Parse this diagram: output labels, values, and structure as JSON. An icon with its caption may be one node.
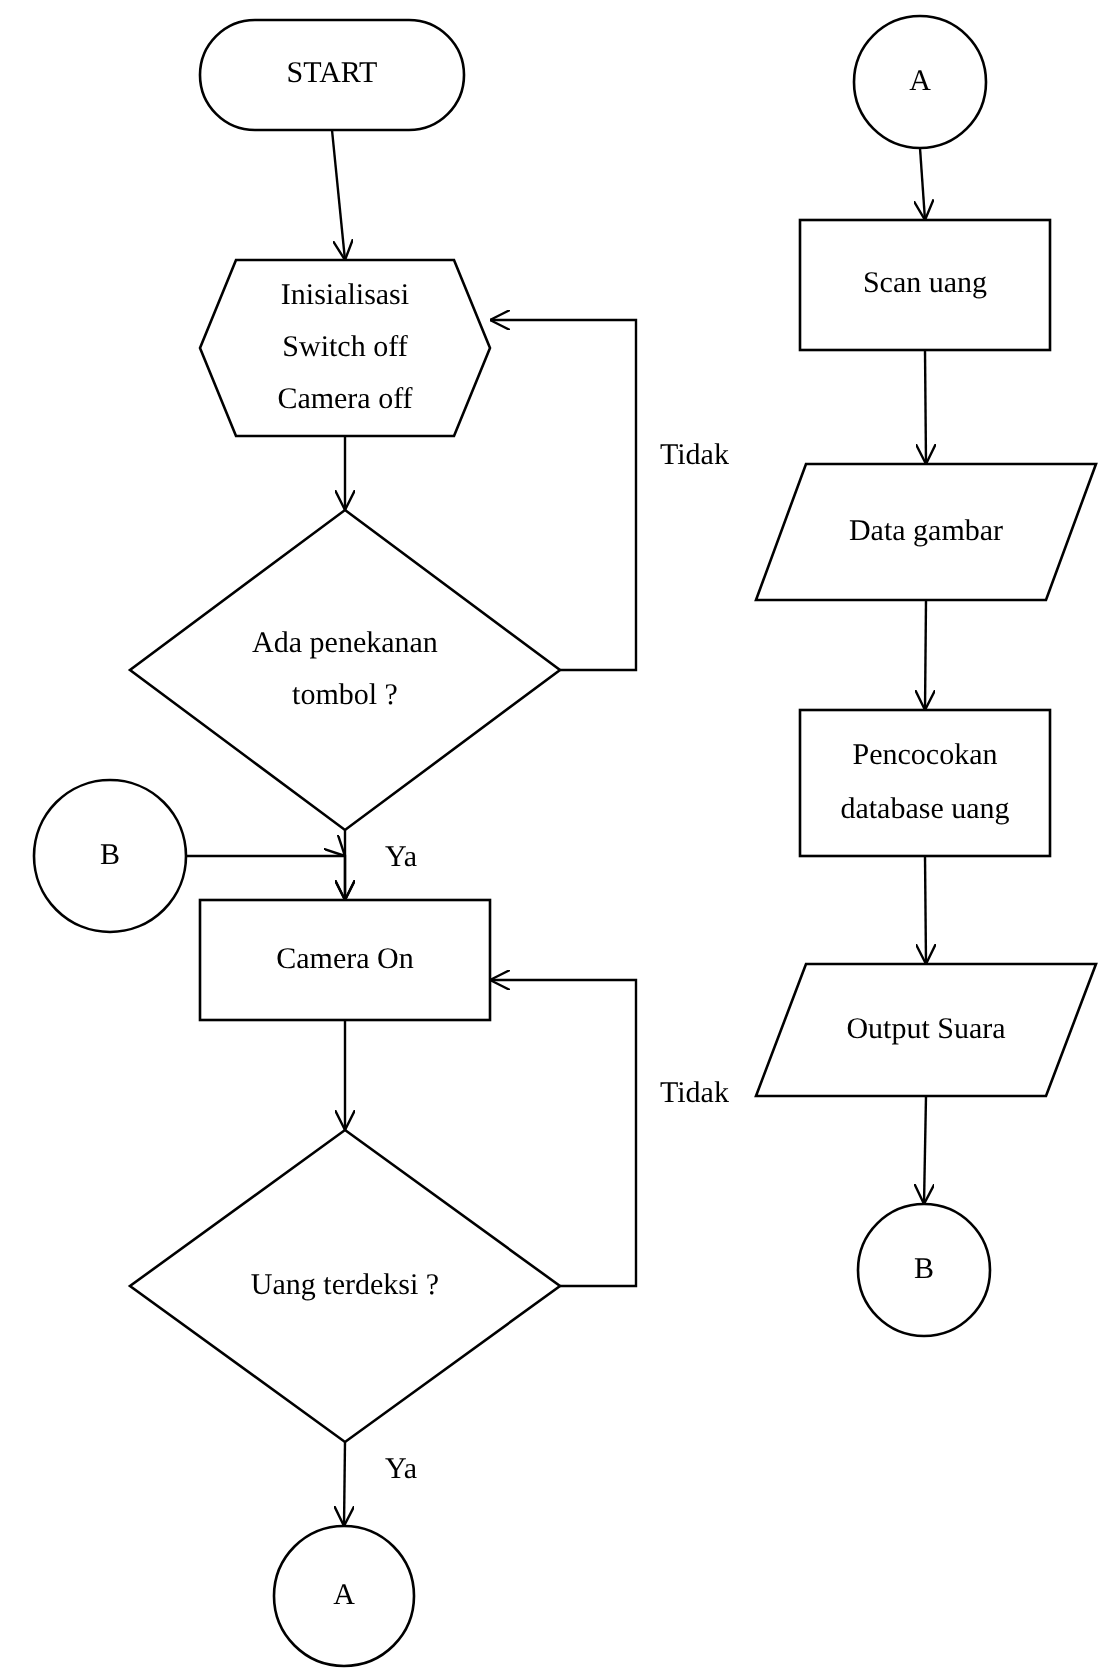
{
  "diagram": {
    "nodes": [
      {
        "text": [
          "START"
        ]
      },
      {
        "text": [
          "Inisialisasi Switch off Camera off"
        ]
      },
      {
        "text": [
          "Ada penekanan tombol ?"
        ]
      },
      {
        "text": [
          "B"
        ]
      },
      {
        "text": [
          "Camera On"
        ]
      },
      {
        "text": [
          "Uang terdeksi ?"
        ]
      },
      {
        "text": [
          "A"
        ]
      },
      {
        "text": [
          "A"
        ]
      },
      {
        "text": [
          "Scan uang"
        ]
      },
      {
        "text": [
          "Data gambar"
        ]
      },
      {
        "text": [
          "Pencocokan database uang"
        ]
      },
      {
        "text": [
          "Output Suara"
        ]
      },
      {
        "text": [
          "B"
        ]
      }
    ],
    "edges": [
      {
        "from": 0,
        "to": 1,
        "arrow": "to"
      },
      {
        "from": 1,
        "to": 2,
        "arrow": "to"
      },
      {
        "from": 2,
        "to": 1,
        "arrow": "to",
        "label": "Tidak"
      },
      {
        "from": 2,
        "to": 4,
        "arrow": "to",
        "label": "Ya"
      },
      {
        "from": 3,
        "to": 4,
        "arrow": "to"
      },
      {
        "from": 4,
        "to": 5,
        "arrow": "to"
      },
      {
        "from": 5,
        "to": 4,
        "arrow": "to",
        "label": "Tidak"
      },
      {
        "from": 5,
        "to": 6,
        "arrow": "to",
        "label": "Ya"
      },
      {
        "from": 7,
        "to": 8,
        "arrow": "to"
      },
      {
        "from": 8,
        "to": 9,
        "arrow": "to"
      },
      {
        "from": 9,
        "to": 10,
        "arrow": "to"
      },
      {
        "from": 10,
        "to": 11,
        "arrow": "to"
      },
      {
        "from": 11,
        "to": 12,
        "arrow": "to"
      }
    ]
  }
}
